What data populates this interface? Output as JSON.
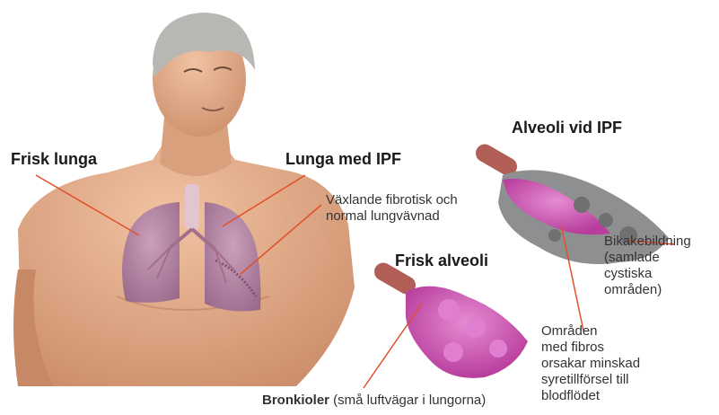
{
  "labels": {
    "healthy_lung": "Frisk lunga",
    "ipf_lung": "Lunga med IPF",
    "alveoli_ipf": "Alveoli vid IPF",
    "healthy_alveoli": "Frisk alveoli",
    "mixed_tissue": "Växlande fibrotisk och\nnormal lungvävnad",
    "honeycomb": "Bikakebildning\n(samlade\ncystiska\nområden)",
    "fibrosis_areas": "Områden\nmed fibros\norsakar minskad\nsyretillförsel till\nblodflödet",
    "bronchioles_bold": "Bronkioler",
    "bronchioles_note": " (små luftvägar i lungorna)"
  },
  "colors": {
    "leader_line": "#e0502a",
    "skin": "#e7b08c",
    "lung": "#b98aa8",
    "alveoli": "#d552b9",
    "fibrosis": "#8d8f91"
  }
}
